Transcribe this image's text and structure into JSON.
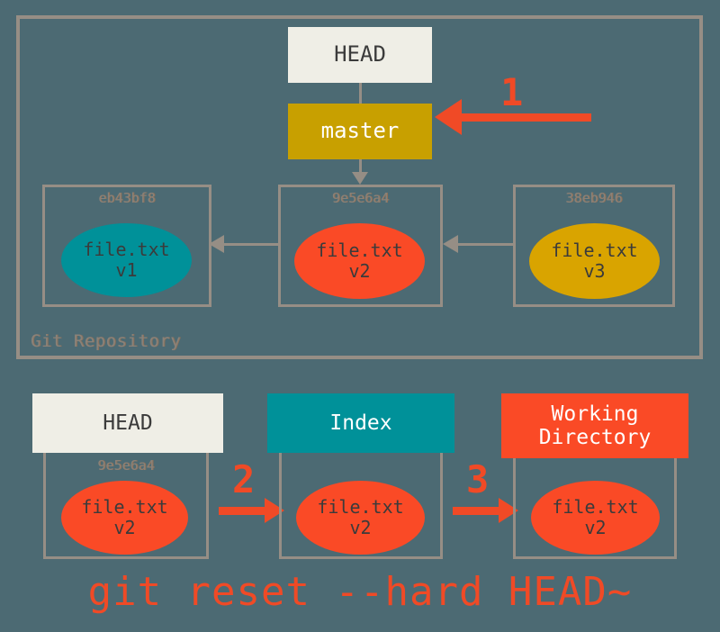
{
  "diagram": {
    "background_color": "#4c6a73",
    "repository": {
      "caption": "Git Repository",
      "pointers": {
        "head_label": "HEAD",
        "branch_label": "master"
      },
      "commits": [
        {
          "hash": "eb43bf8",
          "blob_file": "file.txt",
          "blob_version": "v1",
          "blob_color": "#009199"
        },
        {
          "hash": "9e5e6a4",
          "blob_file": "file.txt",
          "blob_version": "v2",
          "blob_color": "#fa4a26"
        },
        {
          "hash": "38eb946",
          "blob_file": "file.txt",
          "blob_version": "v3",
          "blob_color": "#d9a400"
        }
      ]
    },
    "steps": {
      "one": "1",
      "two": "2",
      "three": "3"
    },
    "trees": [
      {
        "title": "HEAD",
        "title_color": "#efeee6",
        "hash": "9e5e6a4",
        "blob_file": "file.txt",
        "blob_version": "v2"
      },
      {
        "title": "Index",
        "title_color": "#009199",
        "hash": "",
        "blob_file": "file.txt",
        "blob_version": "v2"
      },
      {
        "title_line1": "Working",
        "title_line2": "Directory",
        "title_color": "#fa4a26",
        "hash": "",
        "blob_file": "file.txt",
        "blob_version": "v2"
      }
    ],
    "command": "git reset --hard HEAD~",
    "accent_colors": {
      "red": "#f04a26",
      "gold": "#c8a000",
      "teal": "#009199",
      "gray_line": "#968e85",
      "cream": "#efeee6"
    }
  }
}
